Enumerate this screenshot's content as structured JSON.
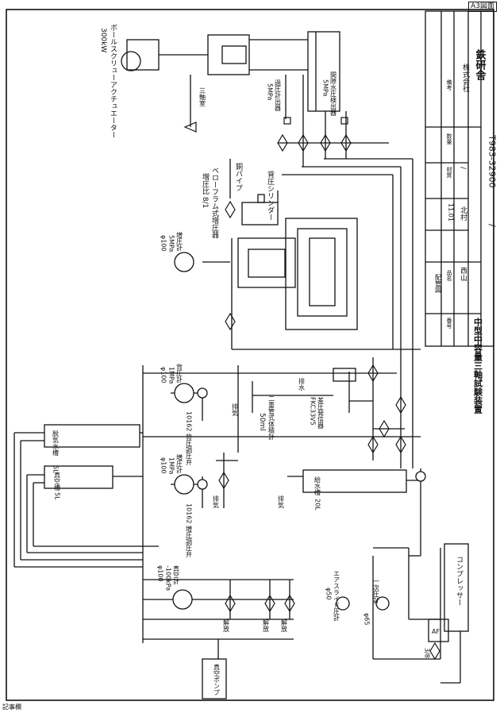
{
  "corner_tag": "A3図面",
  "footer_note": "記事欄",
  "labels": {
    "actuator": "ボールスクリューアクチュエーター",
    "actuator_power": "300kW",
    "triaxial_cell": "三軸室",
    "pore_gauge": "過圧計出器",
    "pore_gauge_spec": "5MPa",
    "diff_gauge": "間隙水圧検出器",
    "diff_gauge_spec": "5MPa",
    "bellofram": "ベローフラム式増圧器",
    "bellofram_ratio": "増圧比 8/1",
    "copper_pipe": "銅パイプ",
    "back_cylinder": "背圧シリンダー",
    "cell_gauge": "増圧計",
    "cell_gauge_spec1": "5MPa",
    "cell_gauge_spec2": "φ100",
    "back_gauge": "背圧計",
    "back_gauge_spec1": "1MPa",
    "back_gauge_spec2": "φ100",
    "back_regulator": "10162 背圧調圧弁",
    "cell_gauge2": "増圧計",
    "cell_gauge2_spec1": "1MPa",
    "cell_gauge2_spec2": "φ100",
    "cell_regulator": "10162 増圧調圧弁",
    "exhaust1": "排気",
    "exhaust2": "排気",
    "exhaust3": "排気",
    "drain": "排水",
    "burette": "二重管式体積計",
    "burette_vol": "50ml",
    "diff_pressure": "差圧発信器",
    "diff_model": "FKC33V5",
    "degas_tank": "脱気水槽",
    "degas_vol": "5L",
    "vacuum_tank": "真空槽",
    "vacuum_vol": "5L",
    "supply_tank": "給水槽",
    "supply_vol": "20L",
    "vacuum_gauge": "真空計",
    "vacuum_gauge_spec1": "-100kPa",
    "vacuum_gauge_spec2": "φ100",
    "release1": "解放",
    "release2": "解放",
    "release3": "解放",
    "air_slide_gauge": "エアスライド圧計",
    "air_slide_spec": "φ50",
    "primary_gauge": "一次圧計",
    "primary_spec": "φ65",
    "af": "AF",
    "pipe_size": "3/8",
    "compressor": "コンプレッサー",
    "vacuum_pump": "真空ポンプ"
  },
  "title_block": {
    "company": "株式会社",
    "company_name": "鉄研舎",
    "drawing_no": "T983-32900",
    "slash": "/",
    "drawing_title": "中型中容量三軸試験装置",
    "subtitle": "配管図",
    "designer": "西山",
    "checker": "北村",
    "date": "11.01",
    "scale": "/",
    "h_no": "番号",
    "h_name": "品名",
    "h_mat": "材質",
    "h_qty": "数量",
    "h_note": "備考"
  }
}
